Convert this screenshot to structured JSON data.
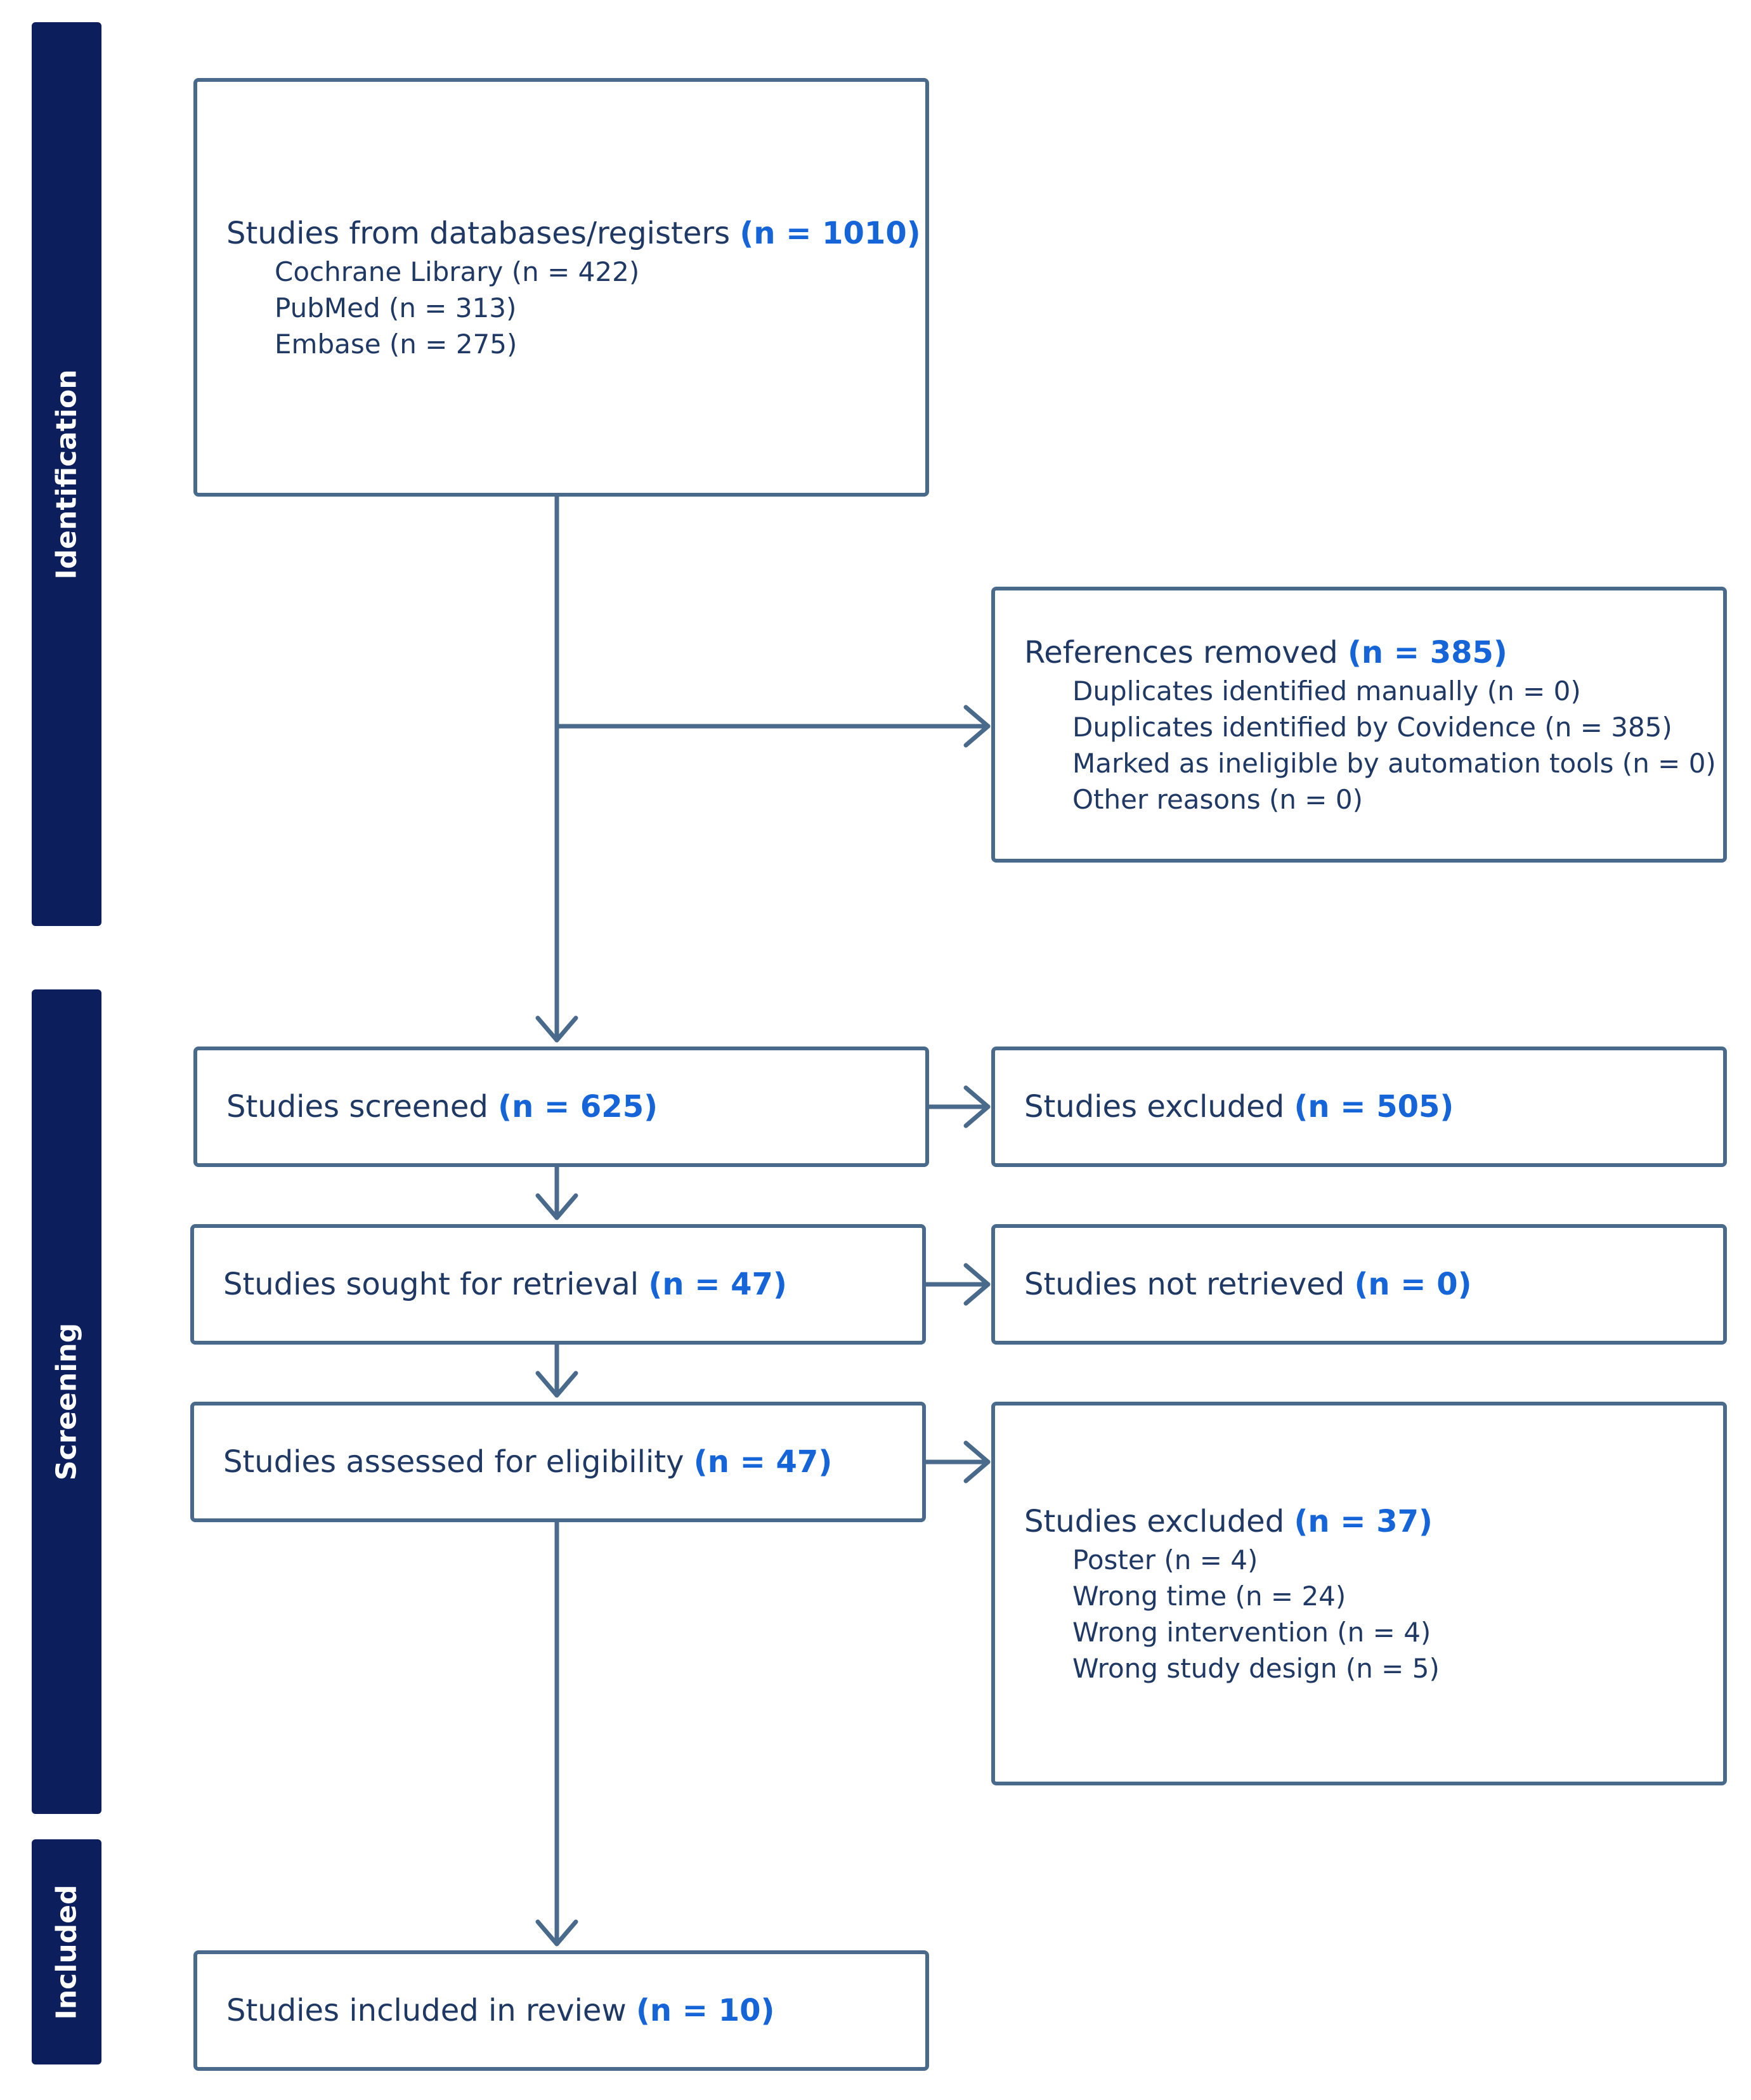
{
  "phases": {
    "identification": "Identification",
    "screening": "Screening",
    "included": "Included"
  },
  "boxes": {
    "databases": {
      "label": "Studies from databases/registers",
      "count": "(n = 1010)",
      "items": [
        "Cochrane Library (n = 422)",
        "PubMed (n = 313)",
        "Embase (n = 275)"
      ]
    },
    "removed": {
      "label": "References removed",
      "count": "(n = 385)",
      "items": [
        "Duplicates identified manually (n = 0)",
        "Duplicates identified by Covidence (n = 385)",
        "Marked as ineligible by automation tools (n = 0)",
        "Other reasons (n = 0)"
      ]
    },
    "screened": {
      "label": "Studies screened",
      "count": "(n = 625)"
    },
    "excluded_screen": {
      "label": "Studies excluded",
      "count": "(n = 505)"
    },
    "sought": {
      "label": "Studies sought for retrieval",
      "count": "(n = 47)"
    },
    "not_retrieved": {
      "label": "Studies not retrieved",
      "count": "(n = 0)"
    },
    "assessed": {
      "label": "Studies assessed for eligibility",
      "count": "(n = 47)"
    },
    "excluded_elig": {
      "label": "Studies excluded",
      "count": "(n = 37)",
      "items": [
        "Poster (n = 4)",
        "Wrong time (n = 24)",
        "Wrong intervention (n = 4)",
        "Wrong study design (n = 5)"
      ]
    },
    "included": {
      "label": "Studies included in review",
      "count": "(n = 10)"
    }
  },
  "colors": {
    "phase_bar": "#0c1f5c",
    "box_border": "#4a6a8c",
    "count_text": "#1565d8",
    "body_text": "#1f3864"
  }
}
